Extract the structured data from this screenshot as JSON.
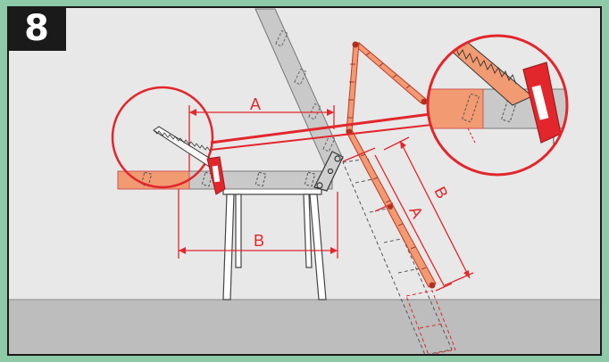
{
  "step": {
    "number": "8"
  },
  "labels": {
    "top_dimension": "A",
    "bottom_dimension": "B",
    "ladder_segment_a": "A",
    "ladder_segment_b": "B"
  },
  "icons": {
    "saw": "hand-saw-icon",
    "magnifier": "zoom-circle-icon"
  },
  "colors": {
    "frame": "#8ec9a8",
    "background": "#e8e8e8",
    "floor": "#bdbdbd",
    "accent": "#e2262c",
    "measure_tape": "#f29a72",
    "wood": "#c9c9c9",
    "step_badge": "#1a1a1a"
  }
}
